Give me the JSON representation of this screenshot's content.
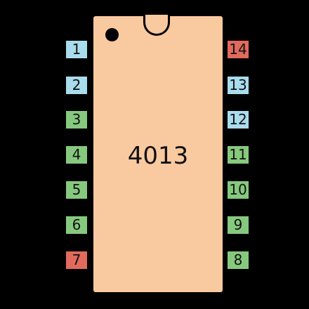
{
  "chip": {
    "label": "4013"
  },
  "colors": {
    "background": "#000000",
    "chip_body": "#f9c9a0",
    "logic_pin": "#a9dced",
    "io_pin": "#86c97e",
    "power_pin": "#e06a5c"
  },
  "pins": {
    "left": [
      {
        "number": "1",
        "color": "#a9dced"
      },
      {
        "number": "2",
        "color": "#a9dced"
      },
      {
        "number": "3",
        "color": "#86c97e"
      },
      {
        "number": "4",
        "color": "#86c97e"
      },
      {
        "number": "5",
        "color": "#86c97e"
      },
      {
        "number": "6",
        "color": "#86c97e"
      },
      {
        "number": "7",
        "color": "#e06a5c"
      }
    ],
    "right": [
      {
        "number": "14",
        "color": "#e06a5c"
      },
      {
        "number": "13",
        "color": "#a9dced"
      },
      {
        "number": "12",
        "color": "#a9dced"
      },
      {
        "number": "11",
        "color": "#86c97e"
      },
      {
        "number": "10",
        "color": "#86c97e"
      },
      {
        "number": "9",
        "color": "#86c97e"
      },
      {
        "number": "8",
        "color": "#86c97e"
      }
    ]
  }
}
